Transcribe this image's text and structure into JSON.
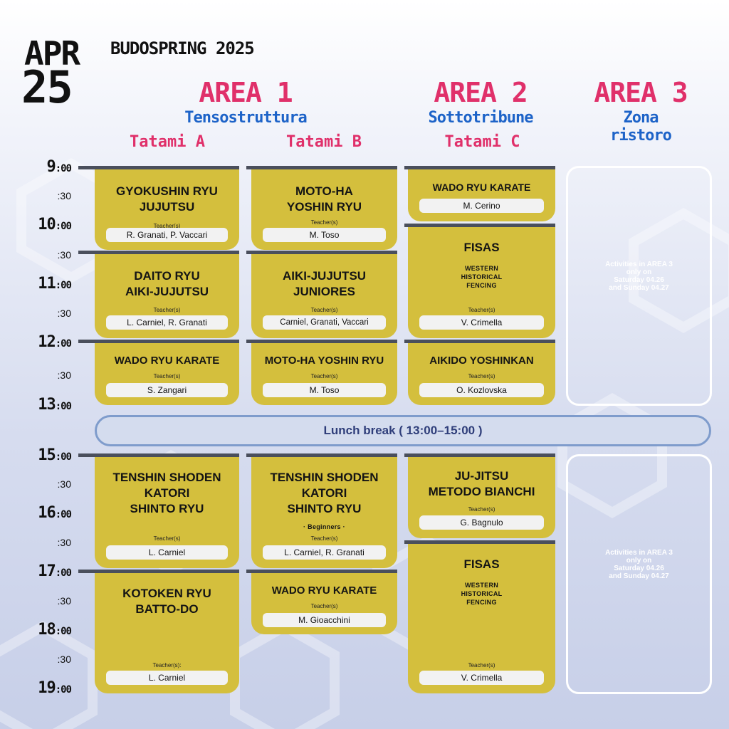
{
  "header": {
    "month": "APR",
    "day": "25",
    "event": "BUDOSPRING 2025"
  },
  "areas": [
    {
      "title": "AREA 1",
      "subtitle": "Tensostruttura"
    },
    {
      "title": "AREA 2",
      "subtitle": "Sottotribune"
    },
    {
      "title": "AREA 3",
      "subtitle_1": "Zona",
      "subtitle_2": "ristoro"
    }
  ],
  "tatami": [
    "Tatami A",
    "Tatami B",
    "Tatami C"
  ],
  "times": {
    "h9": "9",
    "h10": "10",
    "h11": "11",
    "h12": "12",
    "h13": "13",
    "h15": "15",
    "h16": "16",
    "h17": "17",
    "h18": "18",
    "h19": "19",
    "min00": ":00",
    "half": ":30"
  },
  "teacher_label": "Teacher(s)",
  "teacher_label_colon": "Teacher(s):",
  "sessions": {
    "a1": {
      "title": "GYOKUSHIN RYU\nJUJUTSU",
      "teacher": "R. Granati,  P. Vaccari"
    },
    "a2": {
      "title": "DAITO RYU\nAIKI-JUJUTSU",
      "teacher": "L. Carniel,  R. Granati"
    },
    "a3": {
      "title": "WADO RYU KARATE",
      "teacher": "S. Zangari"
    },
    "a4": {
      "title": "TENSHIN SHODEN\nKATORI\nSHINTO RYU",
      "teacher": "L. Carniel"
    },
    "a5": {
      "title": "KOTOKEN RYU\nBATTO-DO",
      "teacher": "L. Carniel"
    },
    "b1": {
      "title": "MOTO-HA\nYOSHIN RYU",
      "teacher": "M. Toso"
    },
    "b2": {
      "title": "AIKI-JUJUTSU\nJUNIORES",
      "teacher": "Carniel, Granati, Vaccari"
    },
    "b3": {
      "title": "MOTO-HA YOSHIN RYU",
      "teacher": "M. Toso"
    },
    "b4": {
      "title": "TENSHIN SHODEN\nKATORI\nSHINTO RYU",
      "level": "· Beginners ·",
      "teacher": "L. Carniel,  R. Granati"
    },
    "b5": {
      "title": "WADO RYU KARATE",
      "teacher": "M. Gioacchini"
    },
    "c1": {
      "title": "WADO RYU KARATE",
      "teacher": "M. Cerino"
    },
    "c2": {
      "title": "FISAS",
      "sub": "WESTERN\nHISTORICAL\nFENCING",
      "teacher": "V. Crimella"
    },
    "c3": {
      "title": "AIKIDO YOSHINKAN",
      "teacher": "O. Kozlovska"
    },
    "c4": {
      "title": "JU-JITSU\nMETODO BIANCHI",
      "teacher": "G. Bagnulo"
    },
    "c5": {
      "title": "FISAS",
      "sub": "WESTERN\nHISTORICAL\nFENCING",
      "teacher": "V. Crimella"
    }
  },
  "area3_note": "Activities in AREA 3\nonly on\nSaturday 04.26\nand Sunday 04.27",
  "area3_note_pm": "Activities in AREA 3\nonly on\nSaturday 04.26\nand Sunday 04.27",
  "lunch": "Lunch break  ( 13:00–15:00 )",
  "colors": {
    "card": "#d4bf3d",
    "area_title": "#e0306a",
    "area_sub": "#1d63c8",
    "bar": "#4a4f5c"
  }
}
